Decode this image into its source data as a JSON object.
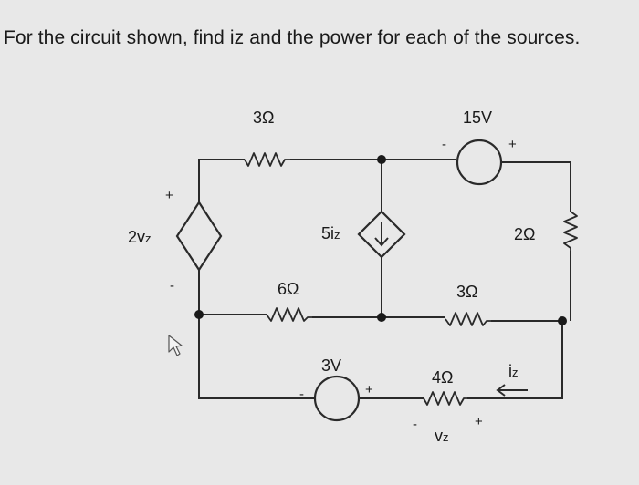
{
  "question": "For the circuit shown, find iz and the power for each of the sources.",
  "labels": {
    "r_top": "3Ω",
    "r_mid_left": "6Ω",
    "r_mid_right": "3Ω",
    "r_right": "2Ω",
    "r_bottom": "4Ω",
    "v_top": "15V",
    "v_bottom": "3V",
    "dep_v_main": "2v",
    "dep_v_sub": "z",
    "dep_i_main": "5i",
    "dep_i_sub": "z",
    "iz_main": "i",
    "iz_sub": "z",
    "vz_main": "v",
    "vz_sub": "z"
  },
  "signs": {
    "plus": "+",
    "minus": "-"
  }
}
